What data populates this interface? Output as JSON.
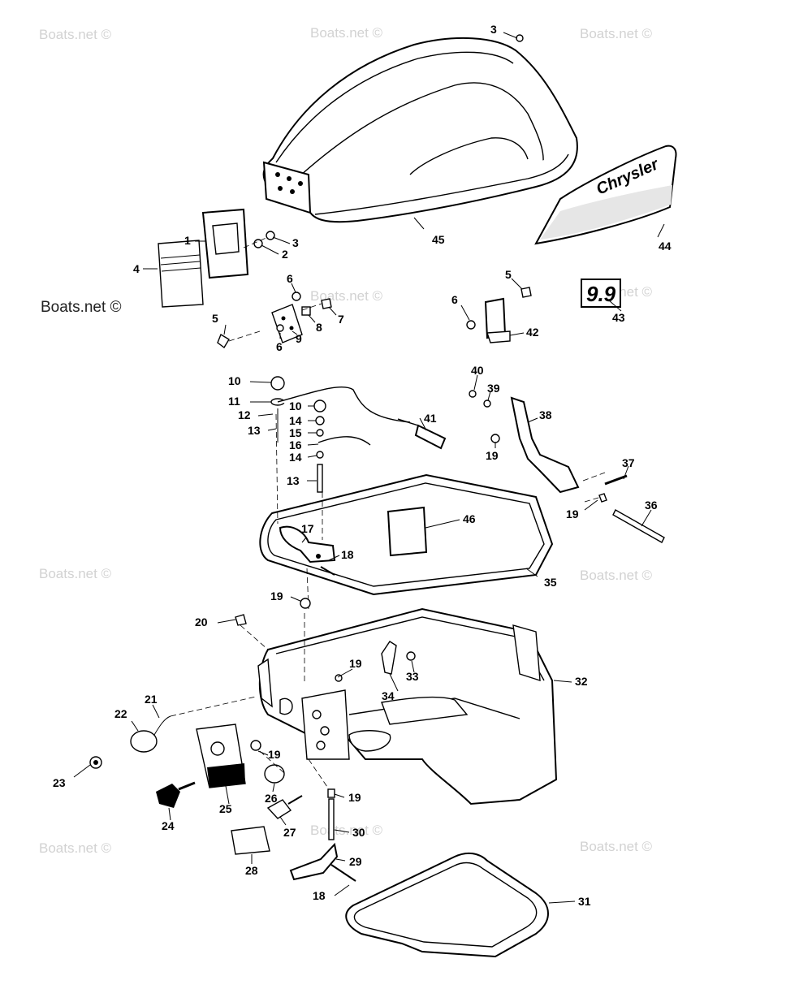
{
  "watermarks": [
    "Boats.net ©",
    "Boats.net ©",
    "Boats.net ©",
    "Boats.net ©",
    "Boats.net ©",
    "Boats.net ©",
    "Boats.net ©",
    "Boats.net ©",
    "Boats.net ©",
    "Boats.net ©",
    "Boats.net ©"
  ],
  "decals": {
    "brand": "Chrysler",
    "model": "9.9"
  },
  "callouts": [
    "1",
    "2",
    "3",
    "3",
    "4",
    "5",
    "5",
    "6",
    "6",
    "6",
    "7",
    "8",
    "9",
    "10",
    "10",
    "11",
    "12",
    "13",
    "13",
    "14",
    "14",
    "15",
    "16",
    "17",
    "18",
    "18",
    "19",
    "19",
    "19",
    "19",
    "19",
    "19",
    "19",
    "20",
    "21",
    "22",
    "23",
    "24",
    "25",
    "26",
    "27",
    "28",
    "29",
    "30",
    "31",
    "32",
    "33",
    "34",
    "35",
    "36",
    "37",
    "38",
    "39",
    "40",
    "41",
    "42",
    "43",
    "44",
    "45",
    "46"
  ]
}
